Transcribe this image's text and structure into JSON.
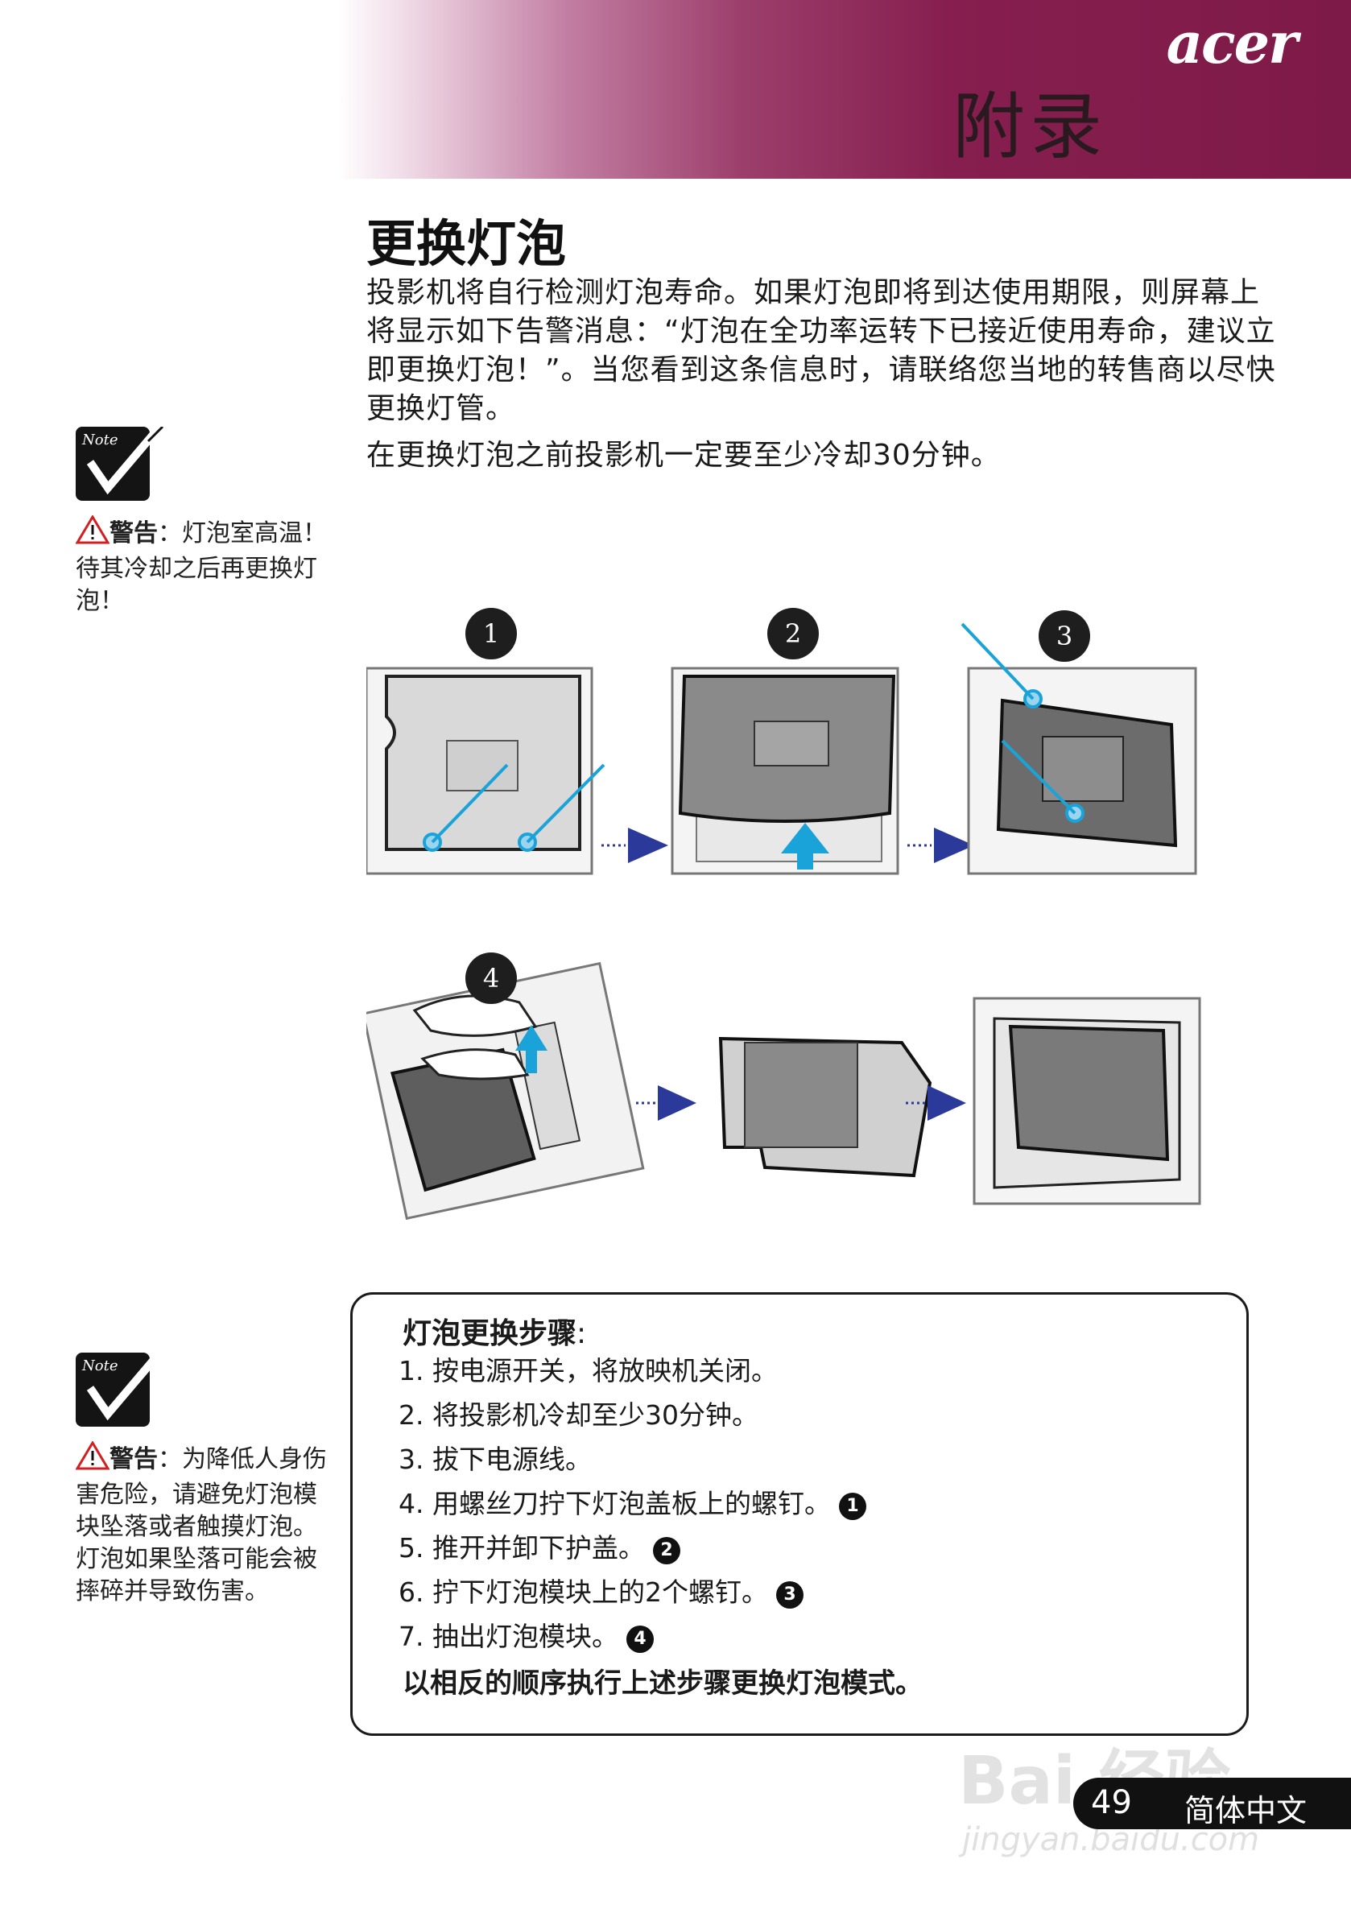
{
  "header": {
    "brand": "acer",
    "section_title": "附录"
  },
  "page": {
    "heading": "更换灯泡",
    "intro_paragraph_1": "投影机将自行检测灯泡寿命。如果灯泡即将到达使用期限，则屏幕上将显示如下告警消息：“灯泡在全功率运转下已接近使用寿命，建议立即更换灯泡！”。当您看到这条信息时，请联络您当地的转售商以尽快更换灯管。",
    "intro_paragraph_2": "在更换灯泡之前投影机一定要至少冷却30分钟。"
  },
  "notes": [
    {
      "icon_label": "Note",
      "label": "警告",
      "text": "：灯泡室高温！待其冷却之后再更换灯泡！"
    },
    {
      "icon_label": "Note",
      "label": "警告",
      "text": "：为降低人身伤害危险，请避免灯泡模块坠落或者触摸灯泡。灯泡如果坠落可能会被摔碎并导致伤害。"
    }
  ],
  "figure_steps": [
    "1",
    "2",
    "3",
    "4"
  ],
  "steps_box": {
    "title": "灯泡更换步骤",
    "title_suffix": ":",
    "items": [
      {
        "text": "1. 按电源开关，将放映机关闭。",
        "badge": ""
      },
      {
        "text": "2. 将投影机冷却至少30分钟。",
        "badge": ""
      },
      {
        "text": "3. 拔下电源线。",
        "badge": ""
      },
      {
        "text": "4.  用螺丝刀拧下灯泡盖板上的螺钉。",
        "badge": "1"
      },
      {
        "text": "5.  推开并卸下护盖。",
        "badge": "2"
      },
      {
        "text": "6.  拧下灯泡模块上的2个螺钉。",
        "badge": "3"
      },
      {
        "text": "7.  抽出灯泡模块。",
        "badge": "4"
      }
    ],
    "final_note": "以相反的顺序执行上述步骤更换灯泡模式。"
  },
  "footer": {
    "page_number": "49",
    "language": "简体中文"
  },
  "watermark": {
    "text": "Bai 经验",
    "url_text": "jingyan.baidu.com"
  },
  "colors": {
    "header_accent": "#7e1a48",
    "callout_line": "#1aa3d9",
    "arrow": "#2b3a9a"
  }
}
